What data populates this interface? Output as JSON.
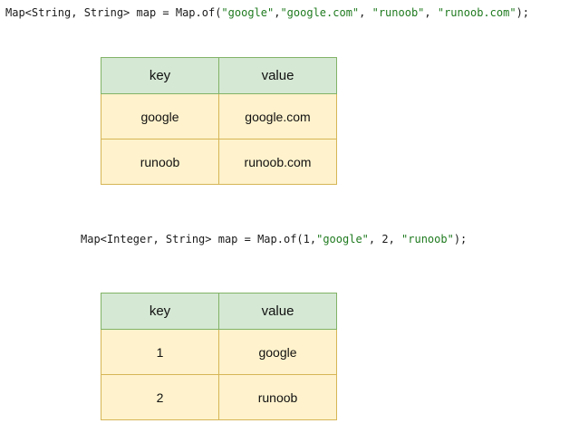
{
  "code_line_1": {
    "parts": [
      "Map<String, String> map = Map.of(",
      "\"google\"",
      ",",
      "\"google.com\"",
      ", ",
      "\"runoob\"",
      ", ",
      "\"runoob.com\"",
      ");"
    ]
  },
  "table_1": {
    "headers": [
      "key",
      "value"
    ],
    "rows": [
      [
        "google",
        "google.com"
      ],
      [
        "runoob",
        "runoob.com"
      ]
    ]
  },
  "code_line_2": {
    "parts": [
      "Map<Integer, String> map = Map.of(1,",
      "\"google\"",
      ", 2, ",
      "\"runoob\"",
      ");"
    ]
  },
  "table_2": {
    "headers": [
      "key",
      "value"
    ],
    "rows": [
      [
        "1",
        "google"
      ],
      [
        "2",
        "runoob"
      ]
    ]
  },
  "colors": {
    "string_literal": "#1f7a1f",
    "header_fill": "#d5e8d4",
    "header_border": "#82b366",
    "cell_fill": "#fff2cc",
    "cell_border": "#d6b656"
  }
}
